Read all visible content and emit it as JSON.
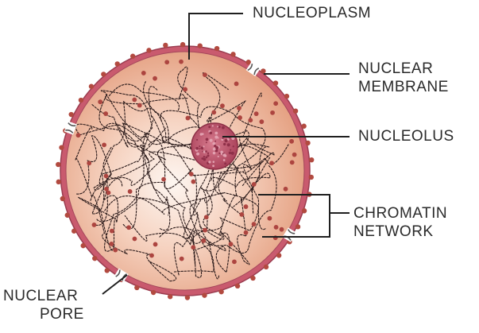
{
  "labels": {
    "nucleoplasm": "NUCLEOPLASM",
    "nuclear_membrane_line1": "NUCLEAR",
    "nuclear_membrane_line2": "MEMBRANE",
    "nucleolus": "NUCLEOLUS",
    "chromatin_line1": "CHROMATIN",
    "chromatin_line2": "NETWORK",
    "nuclear_pore_line1": "NUCLEAR",
    "nuclear_pore_line2": "PORE"
  },
  "colors": {
    "nucleoplasm_center": "#fbeee6",
    "nucleoplasm_edge": "#e8a483",
    "membrane": "#c2566a",
    "granule": "#b0453e",
    "nucleolus": "#b4475f",
    "chromatin": "#2b1b1b",
    "leader_line": "#1f1f1f",
    "label_text": "#2a2a2a"
  }
}
